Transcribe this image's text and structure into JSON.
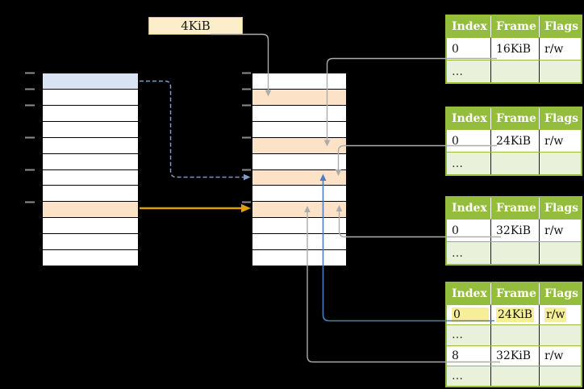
{
  "size_label": "4KiB",
  "columns": [
    "Index",
    "Frame",
    "Flags"
  ],
  "page_tables": [
    {
      "name": "page-table-16kib",
      "rows": [
        [
          "0",
          "16KiB",
          "r/w"
        ],
        [
          "…",
          "",
          ""
        ]
      ]
    },
    {
      "name": "page-table-24kib",
      "rows": [
        [
          "0",
          "24KiB",
          "r/w"
        ],
        [
          "…",
          "",
          ""
        ]
      ]
    },
    {
      "name": "page-table-32kib",
      "rows": [
        [
          "0",
          "32KiB",
          "r/w"
        ],
        [
          "…",
          "",
          ""
        ]
      ]
    },
    {
      "name": "page-table-mixed",
      "highlight_row": 0,
      "rows": [
        [
          "0",
          "24KiB",
          "r/w"
        ],
        [
          "…",
          "",
          ""
        ],
        [
          "8",
          "32KiB",
          "r/w"
        ],
        [
          "…",
          "",
          ""
        ]
      ]
    }
  ],
  "memory_columns": {
    "left": {
      "row_fills": [
        "blue",
        "",
        "",
        "",
        "",
        "",
        "",
        "",
        "orange",
        "",
        "",
        ""
      ]
    },
    "middle": {
      "row_fills": [
        "",
        "orange",
        "",
        "",
        "orange",
        "",
        "orange",
        "",
        "orange",
        "",
        "",
        ""
      ]
    }
  },
  "colors": {
    "header_green": "#95BD3D",
    "row_green": "#E9F1DB",
    "highlight_yellow": "#F6EF98",
    "page_blue": "#D8E4F4",
    "page_orange": "#FCE2C6",
    "label_cream": "#FCEECB",
    "arrow_gray": "#ACACAC",
    "arrow_orange": "#DFA100",
    "arrow_blue": "#4E7DBE",
    "dash_blue": "#7E9CCB",
    "tick_gray": "#8C8C8C"
  }
}
